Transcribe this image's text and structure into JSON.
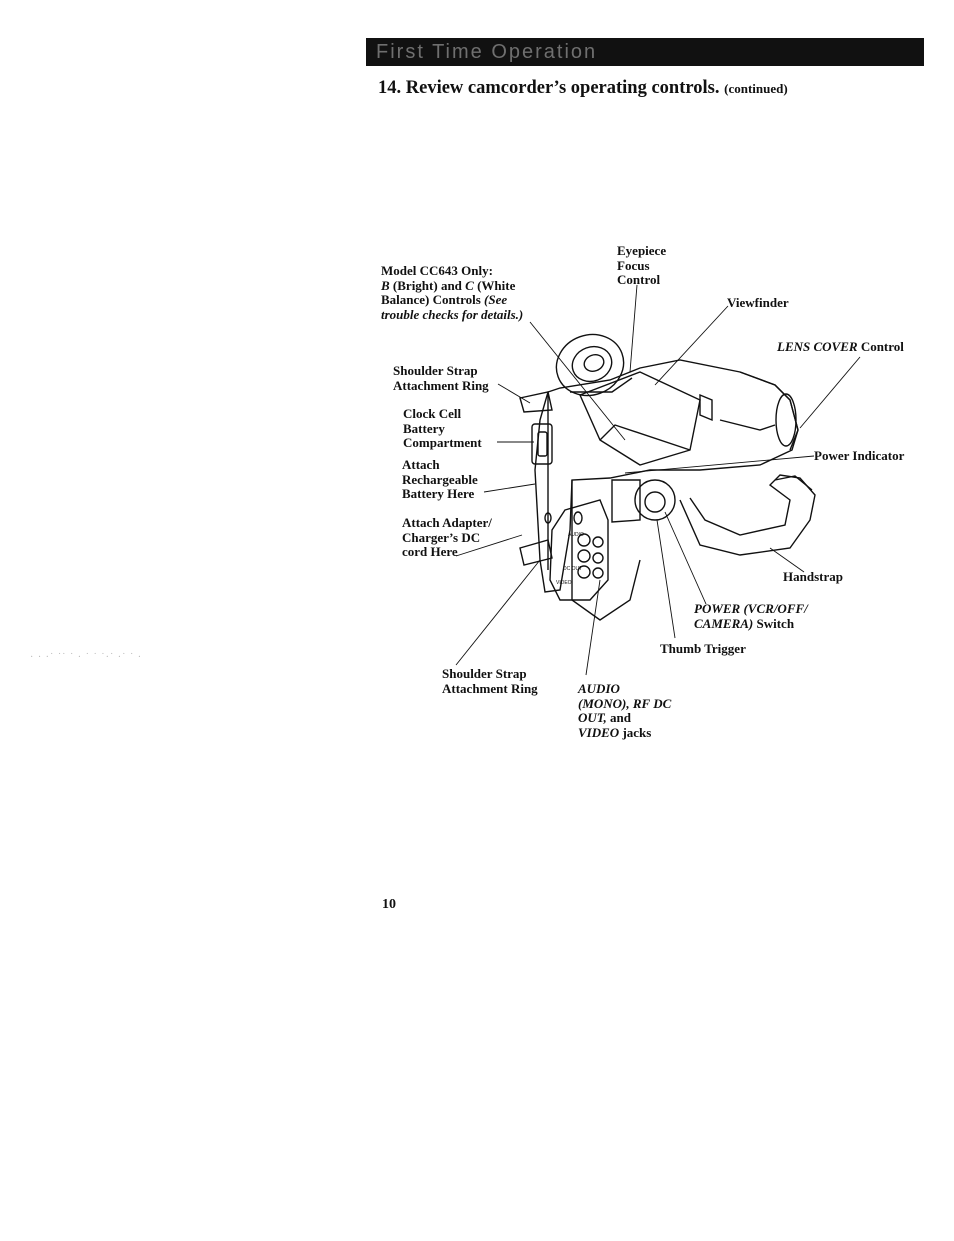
{
  "banner": {
    "text": "First Time Operation"
  },
  "heading": {
    "title": "14. Review camcorder’s operating controls.",
    "suffix": "(continued)"
  },
  "labels": {
    "eyepiece": {
      "lines": [
        "Eyepiece",
        "Focus",
        "Control"
      ]
    },
    "model_note": {
      "l1": "Model CC643 Only:",
      "l2_b": "B",
      "l2_rest": " (Bright) and ",
      "l2_c": "C",
      "l2_end": " (White",
      "l3": "Balance) Controls ",
      "l3_italic": "(See",
      "l4_italic": "trouble checks for details.)"
    },
    "viewfinder": "Viewfinder",
    "lens_cover": {
      "italic": "LENS COVER",
      "rest": " Control"
    },
    "shoulder_top": {
      "l1": "Shoulder Strap",
      "l2": "Attachment Ring"
    },
    "clock": {
      "l1": "Clock Cell",
      "l2": "Battery",
      "l3": "Compartment"
    },
    "power_indicator": "Power Indicator",
    "battery": {
      "l1": "Attach",
      "l2": "Rechargeable",
      "l3": "Battery Here"
    },
    "adapter": {
      "l1": "Attach Adapter/",
      "l2": "Charger’s DC",
      "l3": "cord Here"
    },
    "handstrap": "Handstrap",
    "power_switch": {
      "l1_italic": "POWER (VCR/OFF/",
      "l2_italic": "CAMERA)",
      "l2_rest": " Switch"
    },
    "thumb": "Thumb Trigger",
    "shoulder_bottom": {
      "l1": "Shoulder Strap",
      "l2": "Attachment Ring"
    },
    "jacks": {
      "l1_italic": "AUDIO",
      "l2_italic": "(MONO), RF DC",
      "l3_italic": "OUT,",
      "l3_rest": " and",
      "l4_italic": "VIDEO",
      "l4_rest": " jacks"
    }
  },
  "jack_labels": [
    "AUDIO",
    "DC OUT",
    "VIDEO"
  ],
  "page_number": "10"
}
